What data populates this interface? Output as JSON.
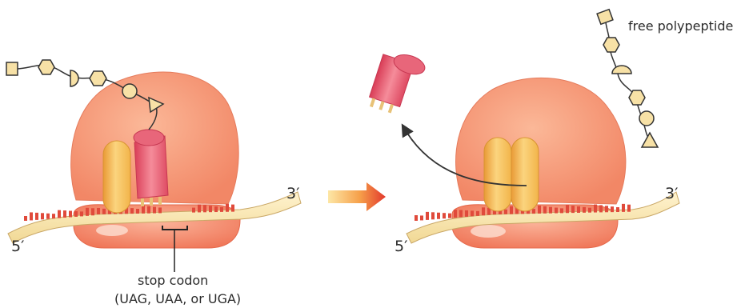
{
  "labels": {
    "left_5prime": "5′",
    "left_3prime": "3′",
    "right_5prime": "5′",
    "right_3prime": "3′",
    "stop_codon": "stop codon",
    "stop_codon_examples": "(UAG, UAA, or UGA)",
    "free_polypeptide": "free polypeptide"
  },
  "colors": {
    "ribosome_large": "#f59a78",
    "ribosome_small": "#f47f63",
    "mrna": "#f7e6b0",
    "codon_ticks": "#e04a3b",
    "trna": "#e4556a",
    "release_site": "#f2b44a",
    "arrow_gradient_start": "#fde7a6",
    "arrow_gradient_end": "#e2382c"
  },
  "polypeptide_chain_shapes": [
    "square",
    "hexagon",
    "half-circle",
    "hexagon",
    "circle",
    "triangle"
  ],
  "free_polypeptide_shapes": [
    "square",
    "hexagon",
    "half-circle",
    "hexagon",
    "circle",
    "triangle"
  ]
}
